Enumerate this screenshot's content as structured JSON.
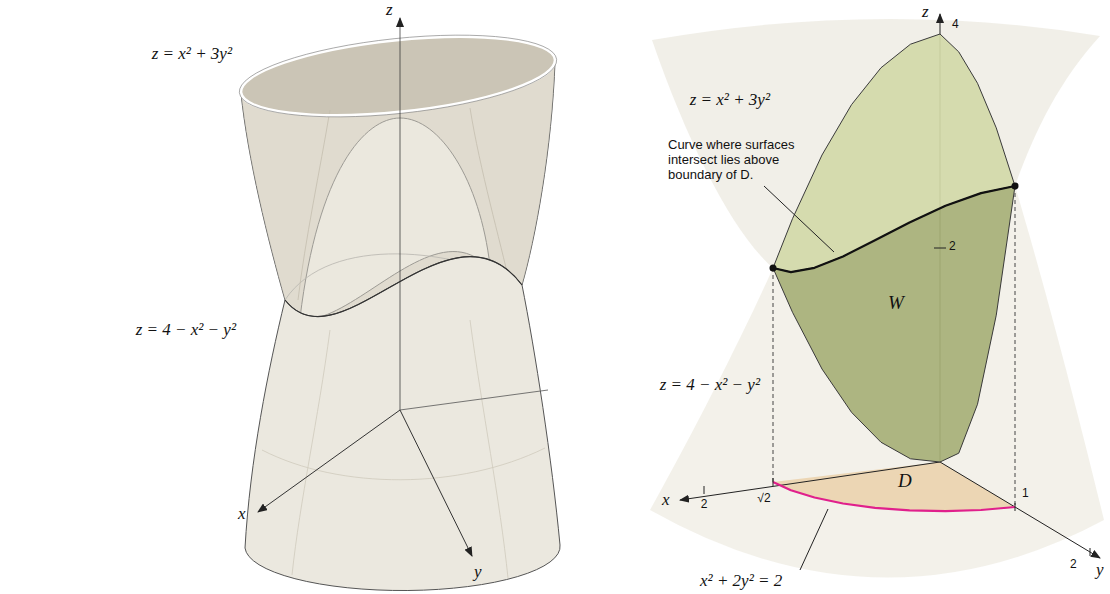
{
  "diagram": {
    "labels": [
      "z",
      "z = x² + 3y²",
      "z = 4 − x² − y²",
      "x",
      "y",
      "z",
      "4",
      "z = x² + 3y²",
      "Curve where surfaces intersect lies above boundary of D.",
      "2",
      "W",
      "z = 4 − x² − y²",
      "2",
      "√2",
      "1",
      "2",
      "D",
      "x² + 2y² = 2",
      "x",
      "y"
    ]
  }
}
